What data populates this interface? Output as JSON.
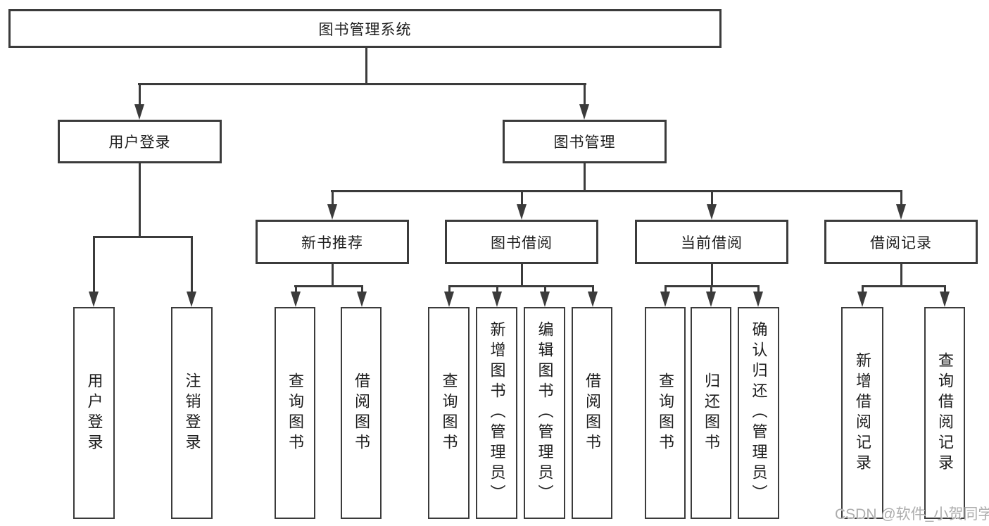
{
  "colors": {
    "line": "#3b3b3b",
    "text": "#1d1d1d",
    "watermark": "#adadad",
    "background": "#ffffff"
  },
  "watermark": {
    "text": "CSDN @软件_小贺同学"
  },
  "diagram": {
    "type": "hierarchy-tree",
    "root": "图书管理系统",
    "level1": [
      {
        "label": "用户登录",
        "children": [
          "用户登录",
          "注销登录"
        ]
      },
      {
        "label": "图书管理"
      }
    ],
    "level2": [
      {
        "label": "新书推荐",
        "children": [
          "查询图书",
          "借阅图书"
        ]
      },
      {
        "label": "图书借阅",
        "children": [
          "查询图书",
          "新增图书（管理员）",
          "编辑图书（管理员）",
          "借阅图书"
        ]
      },
      {
        "label": "当前借阅",
        "children": [
          "查询图书",
          "归还图书",
          "确认归还（管理员）"
        ]
      },
      {
        "label": "借阅记录",
        "children": [
          "新增借阅记录",
          "查询借阅记录"
        ]
      }
    ]
  }
}
